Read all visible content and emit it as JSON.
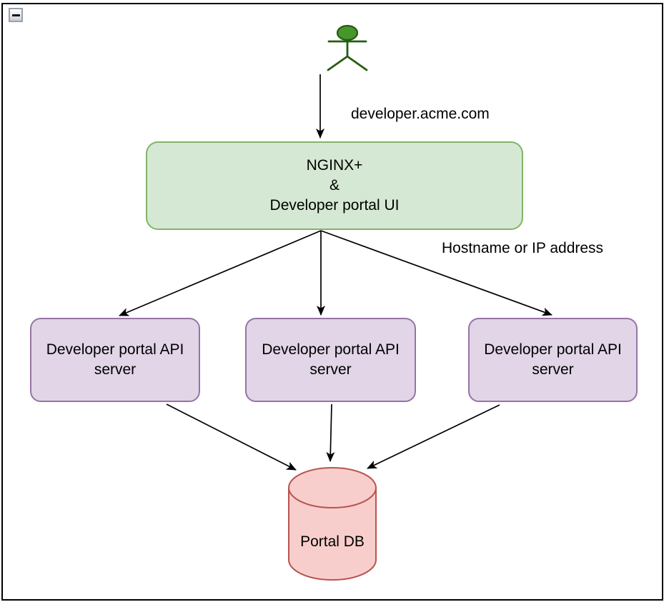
{
  "frame": {
    "collapse_button": {
      "icon": "minus",
      "state": "expanded"
    }
  },
  "diagram": {
    "labels": {
      "request_host": "developer.acme.com",
      "routing": "Hostname or IP address"
    },
    "gateway": {
      "lines": [
        "NGINX+",
        "&",
        "Developer portal UI"
      ]
    },
    "api_servers": [
      {
        "label": "Developer portal API server"
      },
      {
        "label": "Developer portal API server"
      },
      {
        "label": "Developer portal API server"
      }
    ],
    "database": {
      "label": "Portal DB"
    },
    "colors": {
      "gateway_fill": "#d5e8d4",
      "gateway_stroke": "#82b366",
      "api_server_fill": "#e1d5e7",
      "api_server_stroke": "#9673a6",
      "database_fill": "#f8cecc",
      "database_stroke": "#b85450",
      "actor_fill": "#46962b",
      "actor_stroke": "#265c11",
      "connector": "#000000",
      "frame_border": "#000000",
      "text": "#000000"
    }
  }
}
